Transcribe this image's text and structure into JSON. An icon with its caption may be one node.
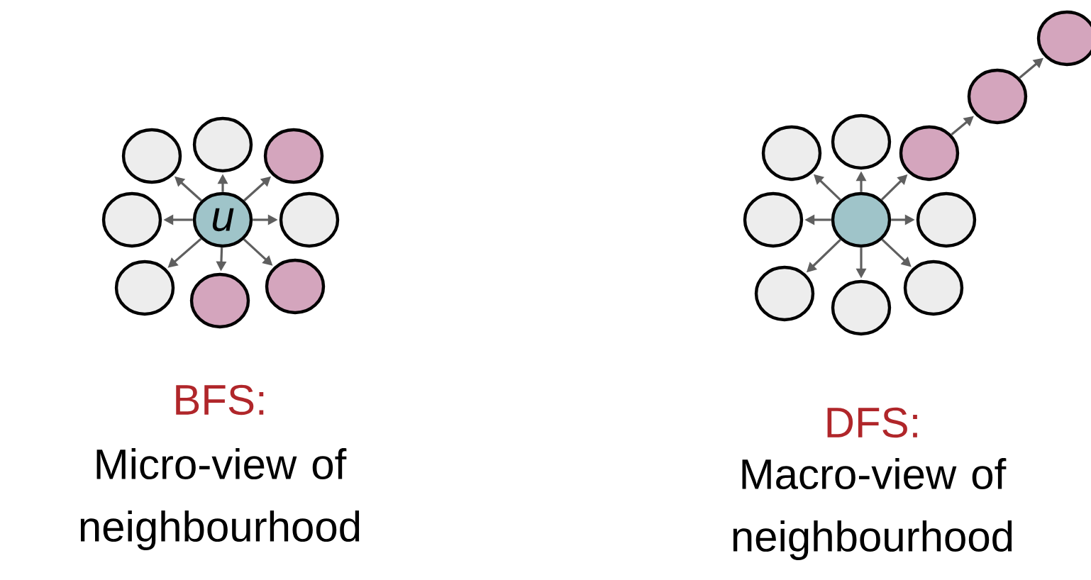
{
  "diagram": {
    "nodes": [
      {
        "text": [],
        "shape": "circle"
      },
      {
        "text": [],
        "shape": "circle"
      },
      {
        "text": [],
        "shape": "circle"
      },
      {
        "text": [],
        "shape": "circle"
      },
      {
        "text": [
          "u"
        ]
      },
      {
        "text": [],
        "shape": "circle"
      },
      {
        "text": [],
        "shape": "circle"
      },
      {
        "text": [],
        "shape": "circle"
      },
      {
        "text": [],
        "shape": "circle"
      },
      {
        "text": [],
        "shape": "circle"
      },
      {
        "text": [],
        "shape": "circle"
      },
      {
        "text": [],
        "shape": "circle"
      },
      {
        "text": [],
        "shape": "circle"
      },
      {
        "text": [],
        "shape": "circle"
      },
      {
        "text": [],
        "shape": "circle"
      },
      {
        "text": [],
        "shape": "circle"
      },
      {
        "text": [],
        "shape": "circle"
      },
      {
        "text": [],
        "shape": "circle"
      },
      {
        "text": [],
        "shape": "circle"
      },
      {
        "text": [],
        "shape": "circle"
      }
    ],
    "edges": [
      {
        "from": 4,
        "to": 0,
        "arrow": "to"
      },
      {
        "from": 4,
        "to": 1,
        "arrow": "to"
      },
      {
        "from": 4,
        "to": 2,
        "arrow": "to"
      },
      {
        "from": 4,
        "to": 3,
        "arrow": "to"
      },
      {
        "from": 4,
        "to": 5,
        "arrow": "to"
      },
      {
        "from": 4,
        "to": 6,
        "arrow": "to"
      },
      {
        "from": 4,
        "to": 7,
        "arrow": "to"
      },
      {
        "from": 4,
        "to": 8,
        "arrow": "to"
      },
      {
        "from": 13,
        "to": 9,
        "arrow": "to"
      },
      {
        "from": 13,
        "to": 10,
        "arrow": "to"
      },
      {
        "from": 13,
        "to": 11,
        "arrow": "to"
      },
      {
        "from": 13,
        "to": 12,
        "arrow": "to"
      },
      {
        "from": 13,
        "to": 14,
        "arrow": "to"
      },
      {
        "from": 13,
        "to": 15,
        "arrow": "to"
      },
      {
        "from": 13,
        "to": 16,
        "arrow": "to"
      },
      {
        "from": 13,
        "to": 17,
        "arrow": "to"
      },
      {
        "from": 11,
        "to": 18,
        "arrow": "to"
      },
      {
        "from": 18,
        "to": 19,
        "arrow": "to"
      }
    ],
    "labels": [
      "BFS:",
      "Micro-view of neighbourhood",
      "DFS:",
      "Macro-view of neighbourhood"
    ]
  }
}
